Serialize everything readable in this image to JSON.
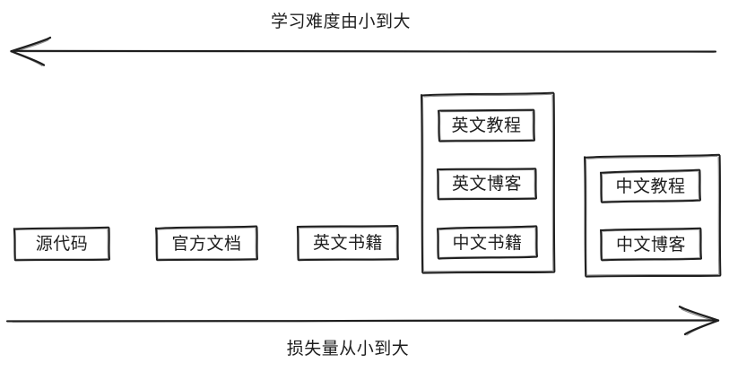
{
  "diagram": {
    "title_top": "学习难度由小到大",
    "title_bottom": "损失量从小到大",
    "stroke_color": "#1e1e1e",
    "background_color": "#ffffff",
    "top_axis": {
      "label": "学习难度由小到大",
      "direction": "left",
      "arrow_name": "left-arrow"
    },
    "bottom_axis": {
      "label": "损失量从小到大",
      "direction": "right",
      "arrow_name": "right-arrow"
    },
    "columns": [
      {
        "id": "col-1",
        "grouped": false,
        "items": [
          {
            "label": "源代码"
          }
        ]
      },
      {
        "id": "col-2",
        "grouped": false,
        "items": [
          {
            "label": "官方文档"
          }
        ]
      },
      {
        "id": "col-3",
        "grouped": false,
        "items": [
          {
            "label": "英文书籍"
          }
        ]
      },
      {
        "id": "col-4",
        "grouped": true,
        "items": [
          {
            "label": "英文教程"
          },
          {
            "label": "英文博客"
          },
          {
            "label": "中文书籍"
          }
        ]
      },
      {
        "id": "col-5",
        "grouped": true,
        "items": [
          {
            "label": "中文教程"
          },
          {
            "label": "中文博客"
          }
        ]
      }
    ]
  }
}
